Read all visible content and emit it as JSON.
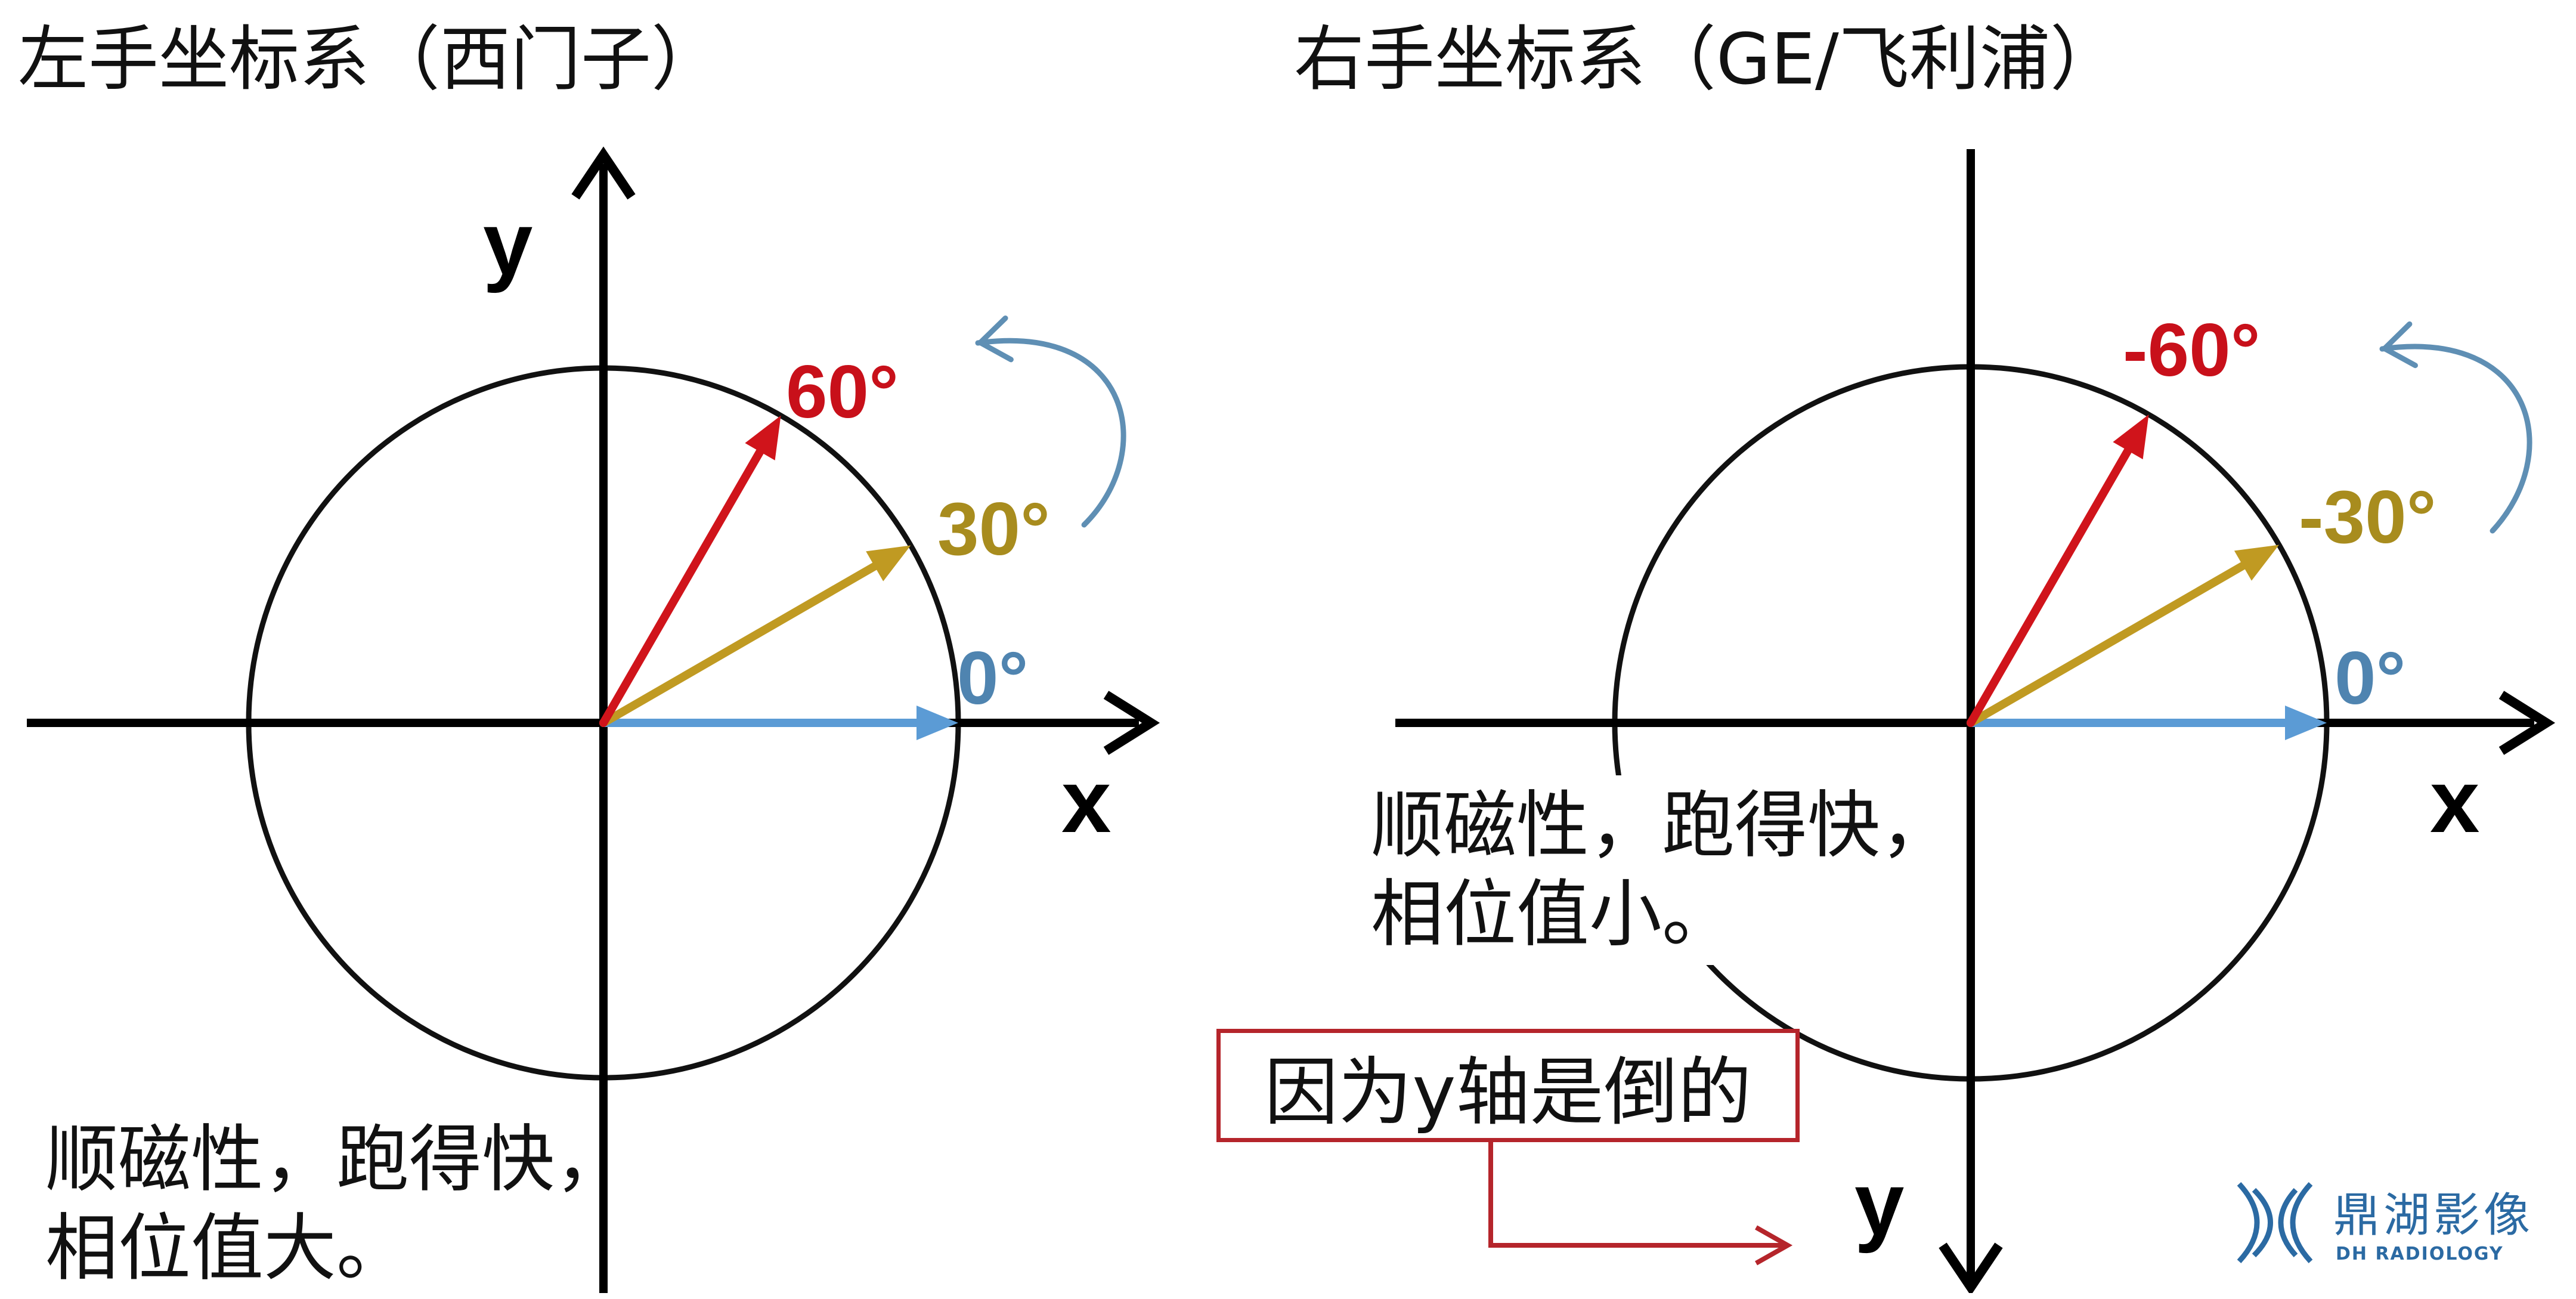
{
  "colors": {
    "axis": "#000000",
    "circle": "#111111",
    "deg0": "#5b9bd5",
    "deg30": "#c09a22",
    "deg60": "#d0141b",
    "curve": "#5f8fb4",
    "box_border": "#b5252b",
    "logo": "#2b6aa3",
    "label0": "#4f84b0",
    "label30": "#a88c1e",
    "label60": "#c8101a"
  },
  "left_panel": {
    "title": "左手坐标系（西门子）",
    "y_label": "y",
    "x_label": "x",
    "angle_labels": [
      "0°",
      "30°",
      "60°"
    ],
    "note_line1": "顺磁性，跑得快，",
    "note_line2": "相位值大。"
  },
  "right_panel": {
    "title": "右手坐标系（GE/飞利浦）",
    "y_label": "y",
    "x_label": "x",
    "angle_labels": [
      "0°",
      "-30°",
      "-60°"
    ],
    "note_line1": "顺磁性，跑得快，",
    "note_line2": "相位值小。",
    "reason_box": "因为y轴是倒的"
  },
  "logo": {
    "name": "鼎湖影像",
    "sub": "DH RADIOLOGY"
  }
}
